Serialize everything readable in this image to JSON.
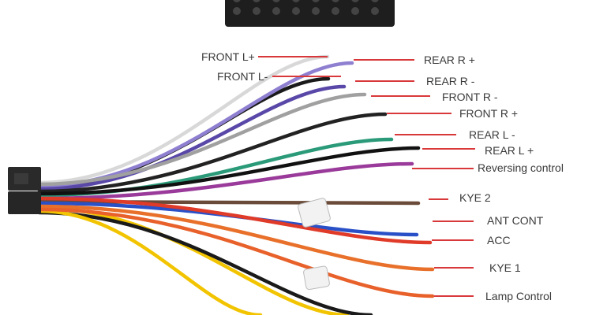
{
  "title": "Car stereo wiring harness diagram",
  "label_line_color": "#d9383a",
  "labels": [
    {
      "text": "FRONT L+",
      "wire_color": "#d8d8d8"
    },
    {
      "text": "FRONT L-",
      "wire_color": "#1a1a1a"
    },
    {
      "text": "REAR R +",
      "wire_color": "#8f7fd0"
    },
    {
      "text": "REAR R -",
      "wire_color": "#5a48a8"
    },
    {
      "text": "FRONT R -",
      "wire_color": "#a0a0a0"
    },
    {
      "text": "FRONT R +",
      "wire_color": "#222222"
    },
    {
      "text": "REAR L -",
      "wire_color": "#2a9a78"
    },
    {
      "text": "REAR L +",
      "wire_color": "#111111"
    },
    {
      "text": "Reversing control",
      "wire_color": "#9a3a9a"
    },
    {
      "text": "KYE 2",
      "wire_color": "#6a4a38"
    },
    {
      "text": "ANT CONT",
      "wire_color": "#2a50c8"
    },
    {
      "text": "ACC",
      "wire_color": "#e03a28"
    },
    {
      "text": "KYE 1",
      "wire_color": "#e8702a"
    },
    {
      "text": "Lamp Control",
      "wire_color": "#e8602a"
    }
  ],
  "extra_wires": [
    {
      "name": "yellow",
      "color": "#f2c400"
    },
    {
      "name": "black-ground",
      "color": "#1a1a1a"
    }
  ]
}
